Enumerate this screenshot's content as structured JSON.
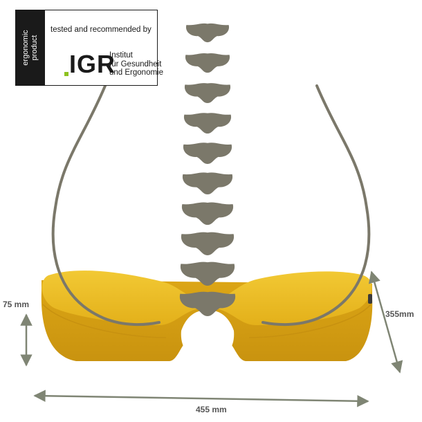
{
  "badge": {
    "side_text_line1": "ergonomic",
    "side_text_line2": "product",
    "tested": "tested and recommended by",
    "logo": "IGR",
    "institute_line1": "Institut",
    "institute_line2": "für Gesundheit",
    "institute_line3": "und Ergonomie",
    "accent_color": "#8dc21f"
  },
  "dimensions": {
    "height": "75 mm",
    "depth": "355mm",
    "width": "455 mm"
  },
  "illustration": {
    "cushion_color": "#e8b81c",
    "spine_color": "#7b786a",
    "vertebra_count": 10
  }
}
